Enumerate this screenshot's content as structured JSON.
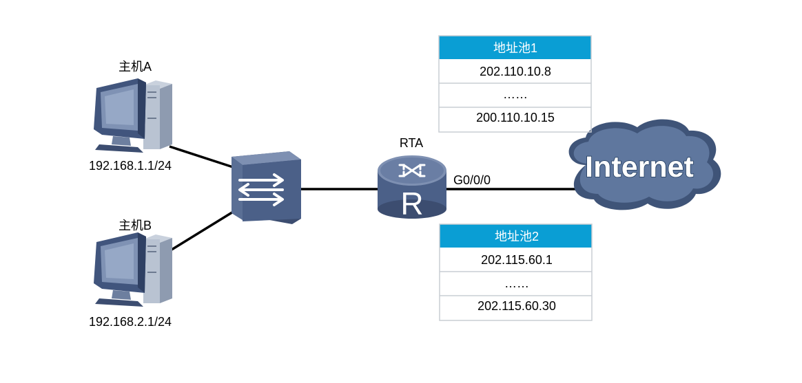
{
  "hosts": [
    {
      "name": "主机A",
      "ip": "192.168.1.1/24"
    },
    {
      "name": "主机B",
      "ip": "192.168.2.1/24"
    }
  ],
  "router": {
    "name": "RTA",
    "interface": "G0/0/0",
    "icon_letter": "R"
  },
  "cloud": {
    "label": "Internet"
  },
  "pools": [
    {
      "title": "地址池1",
      "rows": [
        "202.110.10.8",
        "……",
        "200.110.10.15"
      ]
    },
    {
      "title": "地址池2",
      "rows": [
        "202.115.60.1",
        "……",
        "202.115.60.30"
      ]
    }
  ],
  "colors": {
    "pool_header": "#0a9ed4",
    "device_body": "#5a6f95",
    "device_dark": "#3c4d70",
    "cloud": "#5f779e",
    "link": "#000000"
  },
  "icons": [
    "computer-icon",
    "switch-icon",
    "router-icon",
    "cloud-icon"
  ]
}
